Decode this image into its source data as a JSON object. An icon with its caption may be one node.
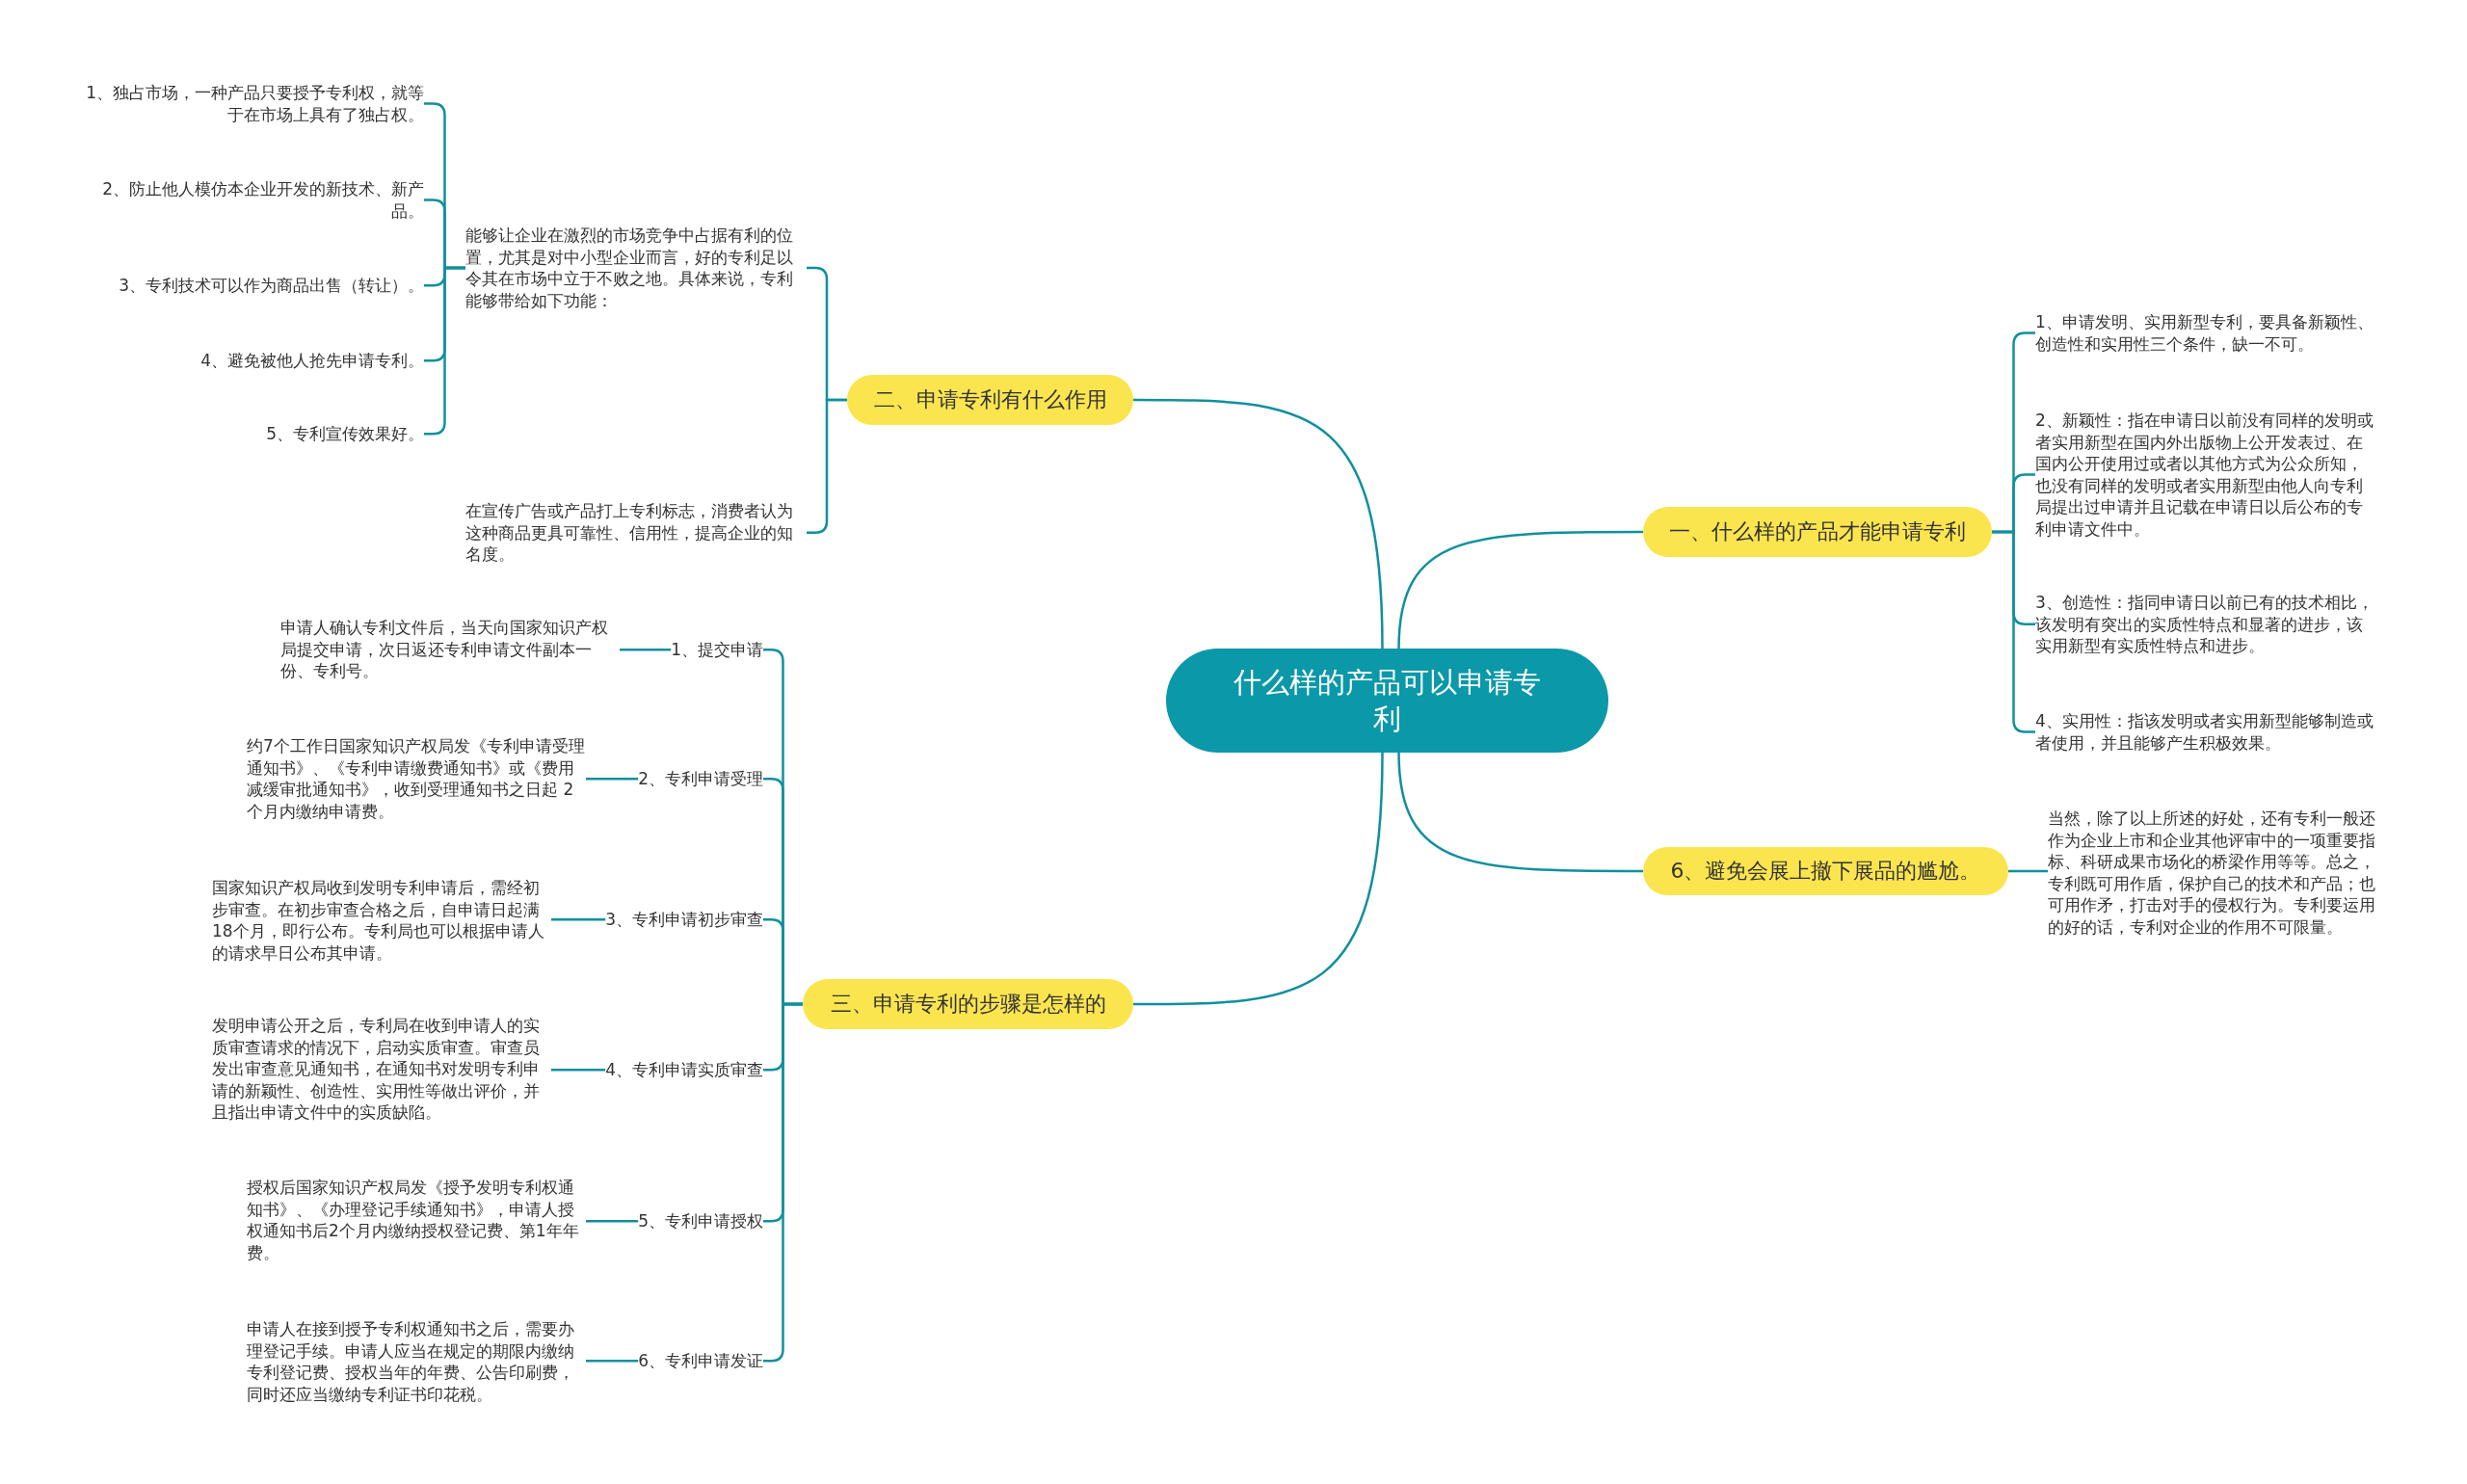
{
  "diagram": {
    "nodes": [
      {
        "text": [
          "什么样的产品可以申请专利"
        ]
      },
      {
        "text": [
          "二、申请专利有什么作用"
        ]
      },
      {
        "text": [
          "能够让企业在激烈的市场竞争中占据有利的位置，尤其是对中小型企业而言，好的专利足以令其在市场中立于不败之地。具体来说，专利能够带给如下功能："
        ]
      },
      {
        "text": [
          "1、独占市场，一种产品只要授予专利权，就等于在市场上具有了独占权。"
        ]
      },
      {
        "text": [
          "2、防止他人模仿本企业开发的新技术、新产品。"
        ]
      },
      {
        "text": [
          "3、专利技术可以作为商品出售（转让）。"
        ]
      },
      {
        "text": [
          "4、避免被他人抢先申请专利。"
        ]
      },
      {
        "text": [
          "5、专利宣传效果好。"
        ]
      },
      {
        "text": [
          "在宣传广告或产品打上专利标志，消费者认为这种商品更具可靠性、信用性，提高企业的知名度。"
        ]
      },
      {
        "text": [
          "一、什么样的产品才能申请专利"
        ]
      },
      {
        "text": [
          "1、申请发明、实用新型专利，要具备新颖性、创造性和实用性三个条件，缺一不可。"
        ]
      },
      {
        "text": [
          "2、新颖性：指在申请日以前没有同样的发明或者实用新型在国内外出版物上公开发表过、在国内公开使用过或者以其他方式为公众所知，也没有同样的发明或者实用新型由他人向专利局提出过申请并且记载在申请日以后公布的专利申请文件中。"
        ]
      },
      {
        "text": [
          "3、创造性：指同申请日以前已有的技术相比，该发明有突出的实质性特点和显著的进步，该实用新型有实质性特点和进步。"
        ]
      },
      {
        "text": [
          "4、实用性：指该发明或者实用新型能够制造或者使用，并且能够产生积极效果。"
        ]
      },
      {
        "text": [
          "三、申请专利的步骤是怎样的"
        ]
      },
      {
        "text": [
          "1、提交申请"
        ]
      },
      {
        "text": [
          "申请人确认专利文件后，当天向国家知识产权局提交申请，次日返还专利申请文件副本一份、专利号。"
        ]
      },
      {
        "text": [
          "2、专利申请受理"
        ]
      },
      {
        "text": [
          "约7个工作日国家知识产权局发《专利申请受理通知书》、《专利申请缴费通知书》或《费用减缓审批通知书》，收到受理通知书之日起 2 个月内缴纳申请费。"
        ]
      },
      {
        "text": [
          "3、专利申请初步审查"
        ]
      },
      {
        "text": [
          "国家知识产权局收到发明专利申请后，需经初步审查。在初步审查合格之后，自申请日起满18个月，即行公布。专利局也可以根据申请人的请求早日公布其申请。"
        ]
      },
      {
        "text": [
          "4、专利申请实质审查"
        ]
      },
      {
        "text": [
          "发明申请公开之后，专利局在收到申请人的实质审查请求的情况下，启动实质审查。审查员发出审查意见通知书，在通知书对发明专利申请的新颖性、创造性、实用性等做出评价，并且指出申请文件中的实质缺陷。"
        ]
      },
      {
        "text": [
          "5、专利申请授权"
        ]
      },
      {
        "text": [
          "授权后国家知识产权局发《授予发明专利权通知书》、《办理登记手续通知书》，申请人授权通知书后2个月内缴纳授权登记费、第1年年费。"
        ]
      },
      {
        "text": [
          "6、专利申请发证"
        ]
      },
      {
        "text": [
          "申请人在接到授予专利权通知书之后，需要办理登记手续。申请人应当在规定的期限内缴纳专利登记费、授权当年的年费、公告印刷费，同时还应当缴纳专利证书印花税。"
        ]
      },
      {
        "text": [
          "6、避免会展上撤下展品的尴尬。"
        ]
      },
      {
        "text": [
          "当然，除了以上所述的好处，还有专利一般还作为企业上市和企业其他评审中的一项重要指标、科研成果市场化的桥梁作用等等。总之，专利既可用作盾，保护自己的技术和产品；也可用作矛，打击对手的侵权行为。专利要运用的好的话，专利对企业的作用不可限量。"
        ]
      }
    ],
    "edges": [
      {
        "from": 0,
        "to": 1,
        "arrow": "none"
      },
      {
        "from": 1,
        "to": 2,
        "arrow": "none"
      },
      {
        "from": 2,
        "to": 3,
        "arrow": "none"
      },
      {
        "from": 2,
        "to": 4,
        "arrow": "none"
      },
      {
        "from": 2,
        "to": 5,
        "arrow": "none"
      },
      {
        "from": 2,
        "to": 6,
        "arrow": "none"
      },
      {
        "from": 2,
        "to": 7,
        "arrow": "none"
      },
      {
        "from": 1,
        "to": 8,
        "arrow": "none"
      },
      {
        "from": 0,
        "to": 9,
        "arrow": "none"
      },
      {
        "from": 9,
        "to": 10,
        "arrow": "none"
      },
      {
        "from": 9,
        "to": 11,
        "arrow": "none"
      },
      {
        "from": 9,
        "to": 12,
        "arrow": "none"
      },
      {
        "from": 9,
        "to": 13,
        "arrow": "none"
      },
      {
        "from": 0,
        "to": 14,
        "arrow": "none"
      },
      {
        "from": 14,
        "to": 15,
        "arrow": "none"
      },
      {
        "from": 15,
        "to": 16,
        "arrow": "none"
      },
      {
        "from": 14,
        "to": 17,
        "arrow": "none"
      },
      {
        "from": 17,
        "to": 18,
        "arrow": "none"
      },
      {
        "from": 14,
        "to": 19,
        "arrow": "none"
      },
      {
        "from": 19,
        "to": 20,
        "arrow": "none"
      },
      {
        "from": 14,
        "to": 21,
        "arrow": "none"
      },
      {
        "from": 21,
        "to": 22,
        "arrow": "none"
      },
      {
        "from": 14,
        "to": 23,
        "arrow": "none"
      },
      {
        "from": 23,
        "to": 24,
        "arrow": "none"
      },
      {
        "from": 14,
        "to": 25,
        "arrow": "none"
      },
      {
        "from": 25,
        "to": 26,
        "arrow": "none"
      },
      {
        "from": 0,
        "to": 27,
        "arrow": "none"
      },
      {
        "from": 27,
        "to": 28,
        "arrow": "none"
      }
    ]
  }
}
